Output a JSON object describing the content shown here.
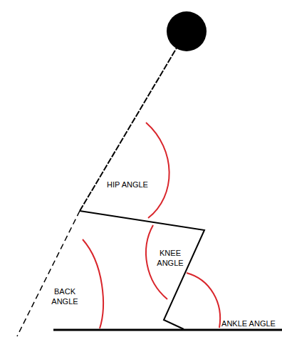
{
  "diagram": {
    "labels": [
      "HIP ANGLE",
      "KNEE ANGLE",
      "BACK ANGLE",
      "ANKLE ANGLE"
    ]
  }
}
